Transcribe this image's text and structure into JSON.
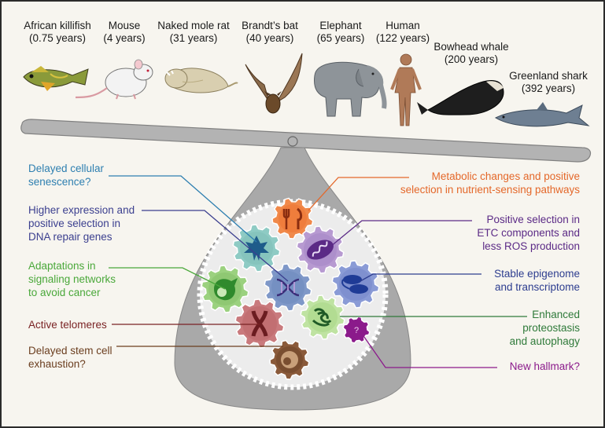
{
  "species": [
    {
      "name": "African killifish",
      "lifespan": "(0.75 years)"
    },
    {
      "name": "Mouse",
      "lifespan": "(4 years)"
    },
    {
      "name": "Naked mole rat",
      "lifespan": "(31 years)"
    },
    {
      "name": "Brandt’s bat",
      "lifespan": "(40 years)"
    },
    {
      "name": "Elephant",
      "lifespan": "(65 years)"
    },
    {
      "name": "Human",
      "lifespan": "(122 years)"
    },
    {
      "name": "Bowhead whale",
      "lifespan": "(200 years)"
    },
    {
      "name": "Greenland shark",
      "lifespan": "(392 years)"
    }
  ],
  "labels": {
    "senescence": [
      "Delayed cellular",
      "senescence?"
    ],
    "dna_repair": [
      "Higher expression and",
      "positive selection in",
      "DNA repair genes"
    ],
    "signaling": [
      "Adaptations in",
      "signaling networks",
      "to avoid cancer"
    ],
    "telomeres": [
      "Active telomeres"
    ],
    "stem_cell": [
      "Delayed stem cell",
      "exhaustion?"
    ],
    "metabolic": [
      "Metabolic changes and positive",
      "selection in nutrient-sensing pathways"
    ],
    "etc": [
      "Positive selection in",
      "ETC components and",
      "less ROS production"
    ],
    "epigenome": [
      "Stable epigenome",
      "and transcriptome"
    ],
    "proteostasis": [
      "Enhanced",
      "proteostasis",
      "and autophagy"
    ],
    "new_hallmark": [
      "New hallmark?"
    ]
  },
  "new_hallmark_symbol": "?",
  "colors": {
    "senescence": "#2e7fb0",
    "dna_repair": "#3b3f8f",
    "signaling": "#4aa83a",
    "telomeres": "#7a2324",
    "stem_cell": "#6b3e1f",
    "metabolic": "#e4682a",
    "etc": "#5b2a86",
    "epigenome": "#2d3d8f",
    "proteostasis": "#2f7a3a",
    "new_hallmark": "#8b1a8b",
    "balance": "#a9a9a9"
  }
}
